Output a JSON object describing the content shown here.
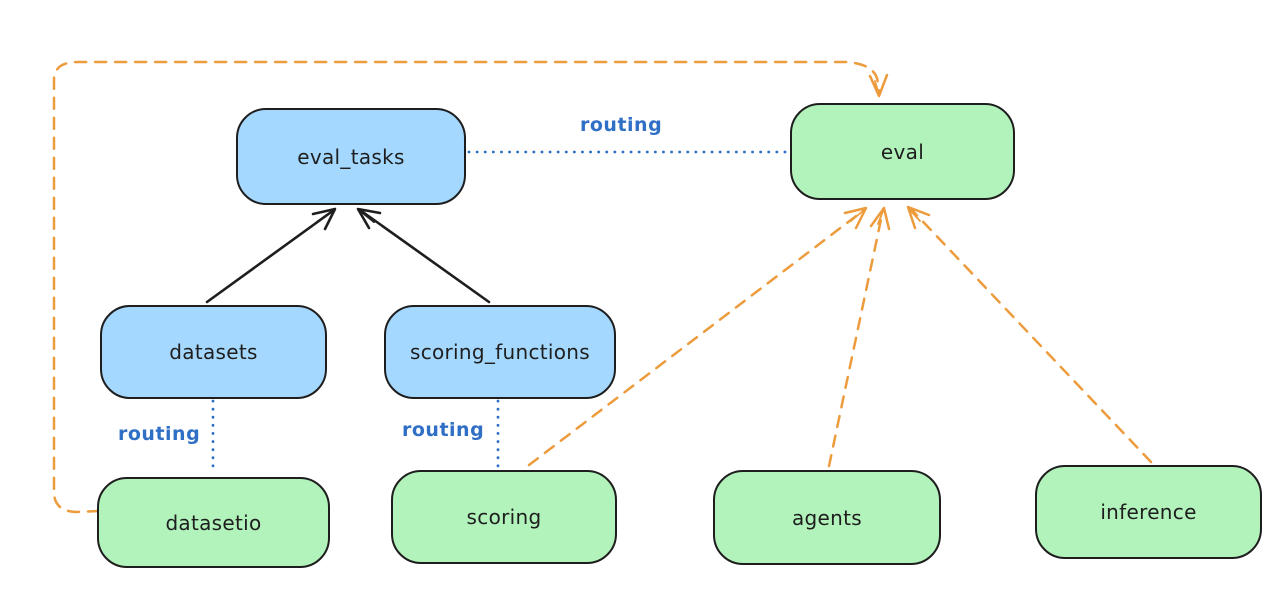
{
  "colors": {
    "bg": "#ffffff",
    "ink": "#1e1e1e",
    "blue_fill": "#a5d8ff",
    "green_fill": "#b2f2bb",
    "orange": "#ec9b3d",
    "routing_blue": "#2f6fc5"
  },
  "nodes": [
    {
      "id": "eval_tasks",
      "label": "eval_tasks",
      "color": "blue"
    },
    {
      "id": "eval",
      "label": "eval",
      "color": "green"
    },
    {
      "id": "datasets",
      "label": "datasets",
      "color": "blue"
    },
    {
      "id": "scoring_functions",
      "label": "scoring_functions",
      "color": "blue"
    },
    {
      "id": "datasetio",
      "label": "datasetio",
      "color": "green"
    },
    {
      "id": "scoring",
      "label": "scoring",
      "color": "green"
    },
    {
      "id": "agents",
      "label": "agents",
      "color": "green"
    },
    {
      "id": "inference",
      "label": "inference",
      "color": "green"
    }
  ],
  "edges": [
    {
      "from": "datasets",
      "to": "eval_tasks",
      "style": "solid",
      "color": "black",
      "arrow": true,
      "label": ""
    },
    {
      "from": "scoring_functions",
      "to": "eval_tasks",
      "style": "solid",
      "color": "black",
      "arrow": true,
      "label": ""
    },
    {
      "from": "eval_tasks",
      "to": "eval",
      "style": "dotted",
      "color": "blue",
      "arrow": false,
      "label": "routing"
    },
    {
      "from": "datasets",
      "to": "datasetio",
      "style": "dotted",
      "color": "blue",
      "arrow": false,
      "label": "routing"
    },
    {
      "from": "scoring_functions",
      "to": "scoring",
      "style": "dotted",
      "color": "blue",
      "arrow": false,
      "label": "routing"
    },
    {
      "from": "datasetio",
      "to": "eval",
      "style": "dashed",
      "color": "orange",
      "arrow": true,
      "label": ""
    },
    {
      "from": "scoring",
      "to": "eval",
      "style": "dashed",
      "color": "orange",
      "arrow": true,
      "label": ""
    },
    {
      "from": "agents",
      "to": "eval",
      "style": "dashed",
      "color": "orange",
      "arrow": true,
      "label": ""
    },
    {
      "from": "inference",
      "to": "eval",
      "style": "dashed",
      "color": "orange",
      "arrow": true,
      "label": ""
    }
  ]
}
